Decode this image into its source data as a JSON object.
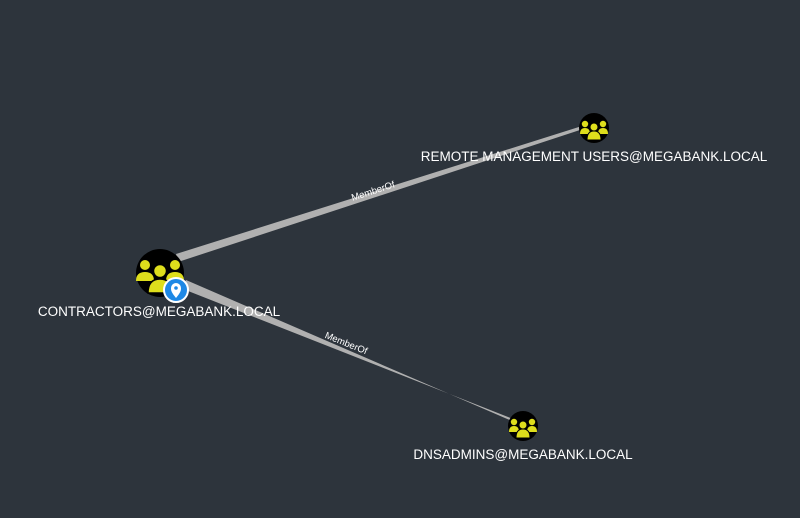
{
  "graph": {
    "nodes": [
      {
        "id": "contractors",
        "label": "CONTRACTORS@MEGABANK.LOCAL",
        "type": "group",
        "icon": "group-users-icon",
        "badge": "location-pin-icon",
        "is_start": true
      },
      {
        "id": "remote",
        "label": "REMOTE MANAGEMENT USERS@MEGABANK.LOCAL",
        "type": "group",
        "icon": "group-users-icon"
      },
      {
        "id": "dnsadmins",
        "label": "DNSADMINS@MEGABANK.LOCAL",
        "type": "group",
        "icon": "group-users-icon"
      }
    ],
    "edges": [
      {
        "from": "contractors",
        "to": "remote",
        "label": "MemberOf"
      },
      {
        "from": "contractors",
        "to": "dnsadmins",
        "label": "MemberOf"
      }
    ]
  },
  "colors": {
    "background": "#2d343c",
    "node_fill": "#000000",
    "group_icon": "#dede1c",
    "edge": "#b0b0b0",
    "badge": "#1e88e5",
    "label": "#ffffff"
  }
}
